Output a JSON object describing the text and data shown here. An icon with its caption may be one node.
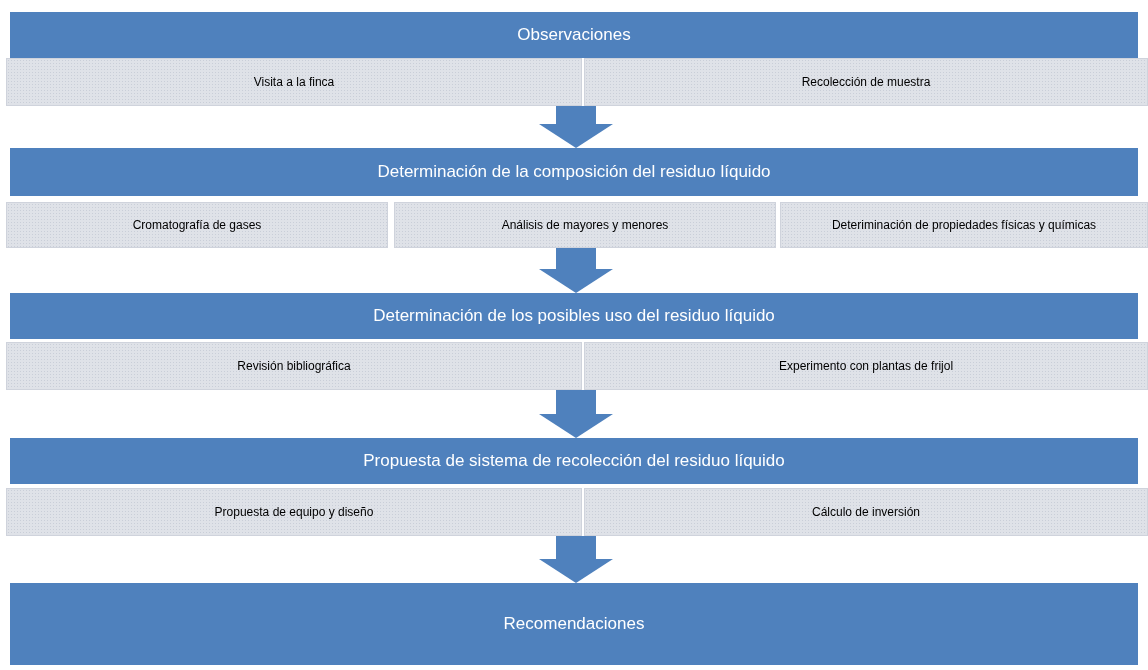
{
  "diagram": {
    "nodes": [
      {
        "text": [
          "Observaciones"
        ]
      },
      {
        "text": [
          "Visita a la finca"
        ]
      },
      {
        "text": [
          "Recolección de muestra"
        ]
      },
      {
        "text": [
          "Determinación de la composición del residuo líquido"
        ]
      },
      {
        "text": [
          "Cromatografía de gases"
        ]
      },
      {
        "text": [
          "Análisis de mayores y menores"
        ]
      },
      {
        "text": [
          "Deteriminación de propiedades físicas y químicas"
        ]
      },
      {
        "text": [
          "Determinación de los posibles uso del residuo líquido"
        ]
      },
      {
        "text": [
          "Revisión bibliográfica"
        ]
      },
      {
        "text": [
          "Experimento con plantas de frijol"
        ]
      },
      {
        "text": [
          "Propuesta de sistema de recolección del residuo líquido"
        ]
      },
      {
        "text": [
          "Propuesta de equipo y diseño"
        ]
      },
      {
        "text": [
          "Cálculo de inversión"
        ]
      },
      {
        "text": [
          "Recomendaciones"
        ]
      }
    ],
    "edges": [
      {
        "from": 1,
        "to": 3,
        "arrow": "to"
      },
      {
        "from": 5,
        "to": 7,
        "arrow": "to"
      },
      {
        "from": 8,
        "to": 10,
        "arrow": "to"
      },
      {
        "from": 11,
        "to": 13,
        "arrow": "to"
      }
    ]
  }
}
